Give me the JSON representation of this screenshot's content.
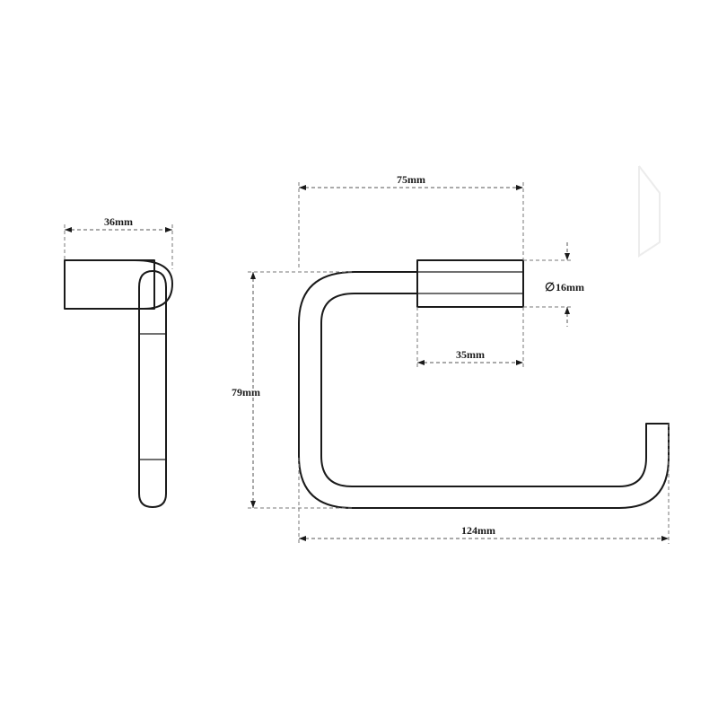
{
  "dimensions": {
    "side_width": "36mm",
    "overall_width": "75mm",
    "tube_diameter": "16mm",
    "mount_length": "35mm",
    "height": "79mm",
    "total_length": "124mm"
  },
  "symbols": {
    "diameter": "∅"
  }
}
